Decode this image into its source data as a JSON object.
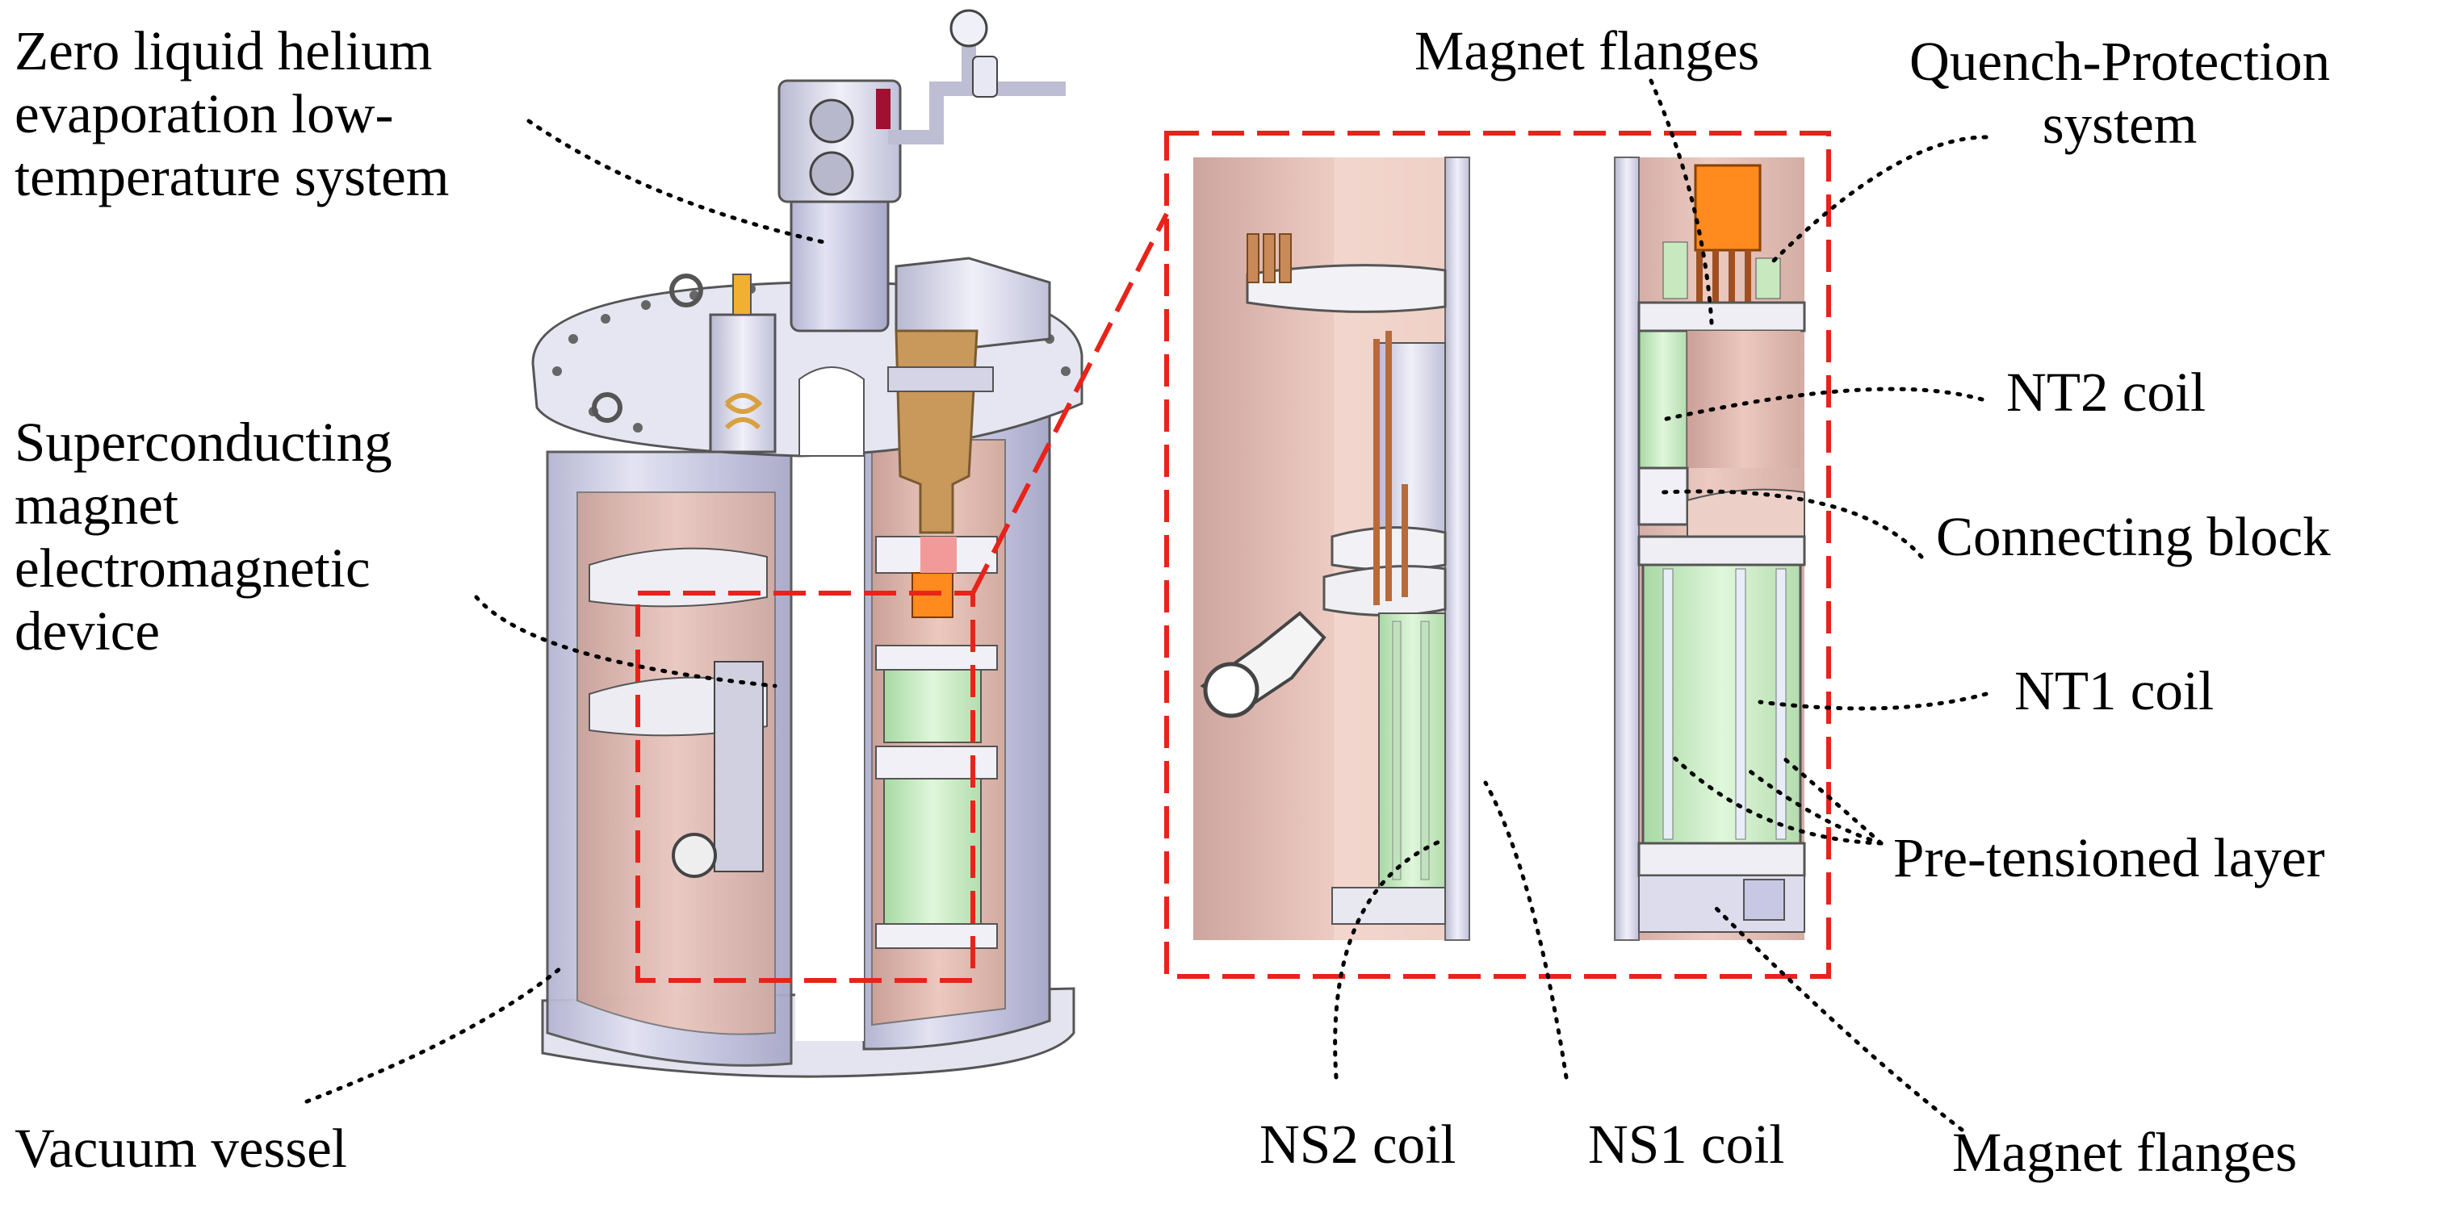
{
  "colors": {
    "frame": "#e8231a",
    "leader": "#000000",
    "vessel_glass": "#c8c8e0",
    "inner_pink": "#e6bcb2",
    "metal": "#dcdcec",
    "copper": "#c98a5a",
    "coil_green": "#cdeec8",
    "quench_orange": "#ff8a1e",
    "current_lead": "#c8995a"
  },
  "labels": {
    "zero_helium": [
      "Zero liquid helium",
      "evaporation low-",
      "temperature system"
    ],
    "sc_magnet": [
      "Superconducting",
      "magnet",
      "electromagnetic",
      "device"
    ],
    "vacuum_vessel": "Vacuum vessel",
    "magnet_flanges_top": "Magnet flanges",
    "quench_protection": [
      "Quench-Protection",
      "system"
    ],
    "nt2_coil": "NT2 coil",
    "connecting_block": "Connecting block",
    "nt1_coil": "NT1 coil",
    "pretensioned_layer": "Pre-tensioned layer",
    "ns2_coil": "NS2 coil",
    "ns1_coil": "NS1 coil",
    "magnet_flanges_bottom": "Magnet flanges"
  }
}
